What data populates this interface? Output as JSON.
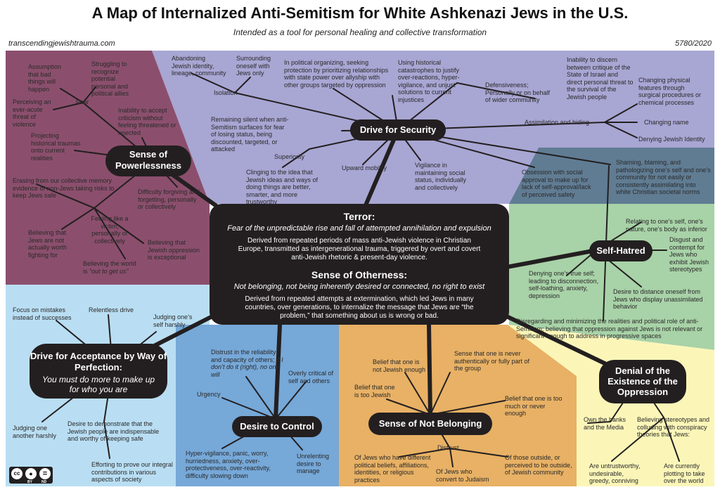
{
  "header": {
    "title": "A Map of Internalized Anti-Semitism for White Ashkenazi Jews in the U.S.",
    "subtitle": "Intended as a tool for personal healing and collective transformation",
    "site": "transcendingjewishtrauma.com",
    "year": "5780/2020"
  },
  "license": {
    "cc": "cc",
    "by": "BY",
    "nd": "ND"
  },
  "colors": {
    "purple": "#a8a6d3",
    "maroon": "#8b4f6d",
    "blue_gray": "#607c93",
    "green": "#a8d2a7",
    "light_blue": "#b9def3",
    "mid_blue": "#76a8d8",
    "orange": "#e8b165",
    "yellow": "#fbf6b8",
    "dark": "#231f20"
  },
  "center": {
    "terror_title": "Terror:",
    "terror_sub": "Fear of the unpredictable rise and fall of attempted annihilation and expulsion",
    "terror_desc": "Derived from repeated periods of mass anti-Jewish violence in Christian Europe, transmitted as intergenerational trauma, triggered by overt and covert anti-Jewish rhetoric & present-day violence.",
    "otherness_title": "Sense of Otherness:",
    "otherness_sub": "Not belonging, not being inherently desired or connected, no right to exist",
    "otherness_desc": "Derived from repeated attempts at extermination, which led Jews in many countries, over generations, to internalize the message that Jews are “the problem,” that something about us is wrong or bad."
  },
  "nodes": {
    "security": "Drive for Security",
    "powerlessness": "Sense of Powerlessness",
    "self_hatred": "Self-Hatred",
    "acceptance_title": "Drive for Acceptance by Way of Perfection:",
    "acceptance_sub": "You must do more to make up for who you are",
    "control": "Desire to Control",
    "belonging": "Sense of Not Belonging",
    "denial": "Denial of the Existence of the Oppression"
  },
  "labels": {
    "abandoning": "Abandoning Jewish identity, lineage, community",
    "surrounding": "Surrounding oneself with Jews only",
    "isolation": "Isolation",
    "political": "In political organizing, seeking protection by prioritizing relationships with state power over allyship with other groups targeted by oppression",
    "historical": "Using historical catastrophes to justify over-reactions, hyper-vigilance, and unjust solutions to current injustices",
    "defensiveness": "Defensiveness; Personally or on behalf of wider community",
    "inability_israel": "Inability to discern between critique of the State of Israel and direct personal threat to the survival of the Jewish people",
    "changing_physical": "Changing physical features through surgical procedures or chemical processes",
    "assimilation": "Assimilation and hiding",
    "changing_name": "Changing name",
    "denying_identity": "Denying Jewish Identity",
    "remaining_silent": "Remaining silent when anti-Semitism surfaces for fear of losing status, being discounted, targeted, or attacked",
    "superiority": "Superiority",
    "clinging": "Clinging to the idea that Jewish ideas and ways of doing things are better, smarter, and more trustworthy",
    "upward": "Upward mobility",
    "vigilance": "Vigilance in maintaining social status, individually and collectively",
    "obsession": "Obsession with social approval to make up for lack of self-approval/lack of perceived safety",
    "shaming": "Shaming, blaming, and pathologizing one’s self and one’s community for not easily or consistently assimilating into white Christian societal norms",
    "assumption": "Assumption that bad things will happen",
    "struggling": "Struggling to recognize potential personal and political allies",
    "fear": "Fear",
    "perceiving": "Perceiving an ever-acute threat of violence",
    "inability_criticism": "Inability to accept criticism without feeling threatened or rejected",
    "projecting": "Projecting historical traumas onto current realities",
    "erasing": "Erasing from our collective memory evidence of non-Jews taking risks to keep Jews safe",
    "difficulty": "Difficulty forgiving and forgetting, personally or collectively",
    "feeling_victim": "Feeling like a victim, personally or collectively",
    "not_worth": "Believing that Jews are not actually worth fighting for",
    "exceptional": "Believing that Jewish oppression is exceptional",
    "world_pre": "Believing the world is ",
    "world_em": "“out to get us”",
    "relating": "Relating to one’s self, one’s nature, one’s body as inferior",
    "disgust": "Disgust and contempt for Jews who exhibit Jewish stereotypes",
    "denying_true": "Denying one’s true self; leading to disconnection, self-loathing, anxiety, depression",
    "distance": "Desire to distance oneself from Jews who display unassimilated behavior",
    "disregarding": "Disregarding and minimizing the realities and political role of anti-Semitism; believing that oppression against Jews is not relevant or significant enough to address in progressive spaces",
    "focus": "Focus on mistakes instead of successes",
    "relentless": "Relentless drive",
    "judging_self": "Judging one’s self harshly",
    "judging_another": "Judging one another harshly",
    "demonstrate": "Desire to demonstrate that the Jewish people are indispensable and worthy of keeping safe",
    "efforting": "Efforting to prove our integral contributions in various aspects of society",
    "distrust_pre": "Distrust in the reliability and capacity of others; ",
    "distrust_em": "if I don’t do it (right), no one will",
    "overly": "Overly critical of self and others",
    "urgency": "Urgency",
    "hyper": "Hyper-vigilance, panic, worry, hurriedness, anxiety, over-protectiveness, over-reactivity, difficulty slowing down",
    "unrelenting": "Unrelenting desire to manage",
    "not_jewish_enough": "Belief that one is not Jewish enough",
    "never_authentic": "Sense that one is never authentically or fully part of the group",
    "too_jewish": "Belief that one is too Jewish",
    "too_much": "Belief that one is too much or never enough",
    "distrust": "Distrust",
    "different_beliefs": "Of Jews who have different political beliefs, affiliations, identities, or religious practices",
    "convert": "Of Jews who convert to Judaism",
    "outside": "Of those outside, or perceived to be outside, of Jewish community",
    "own_banks": "Own the banks and the Media",
    "believing_stereo": "Believing stereotypes and colluding with conspiracy theories that Jews:",
    "untrustworthy": "Are untrustworthy, undesirable, greedy, conniving",
    "plotting": "Are currently plotting to take over the world"
  }
}
